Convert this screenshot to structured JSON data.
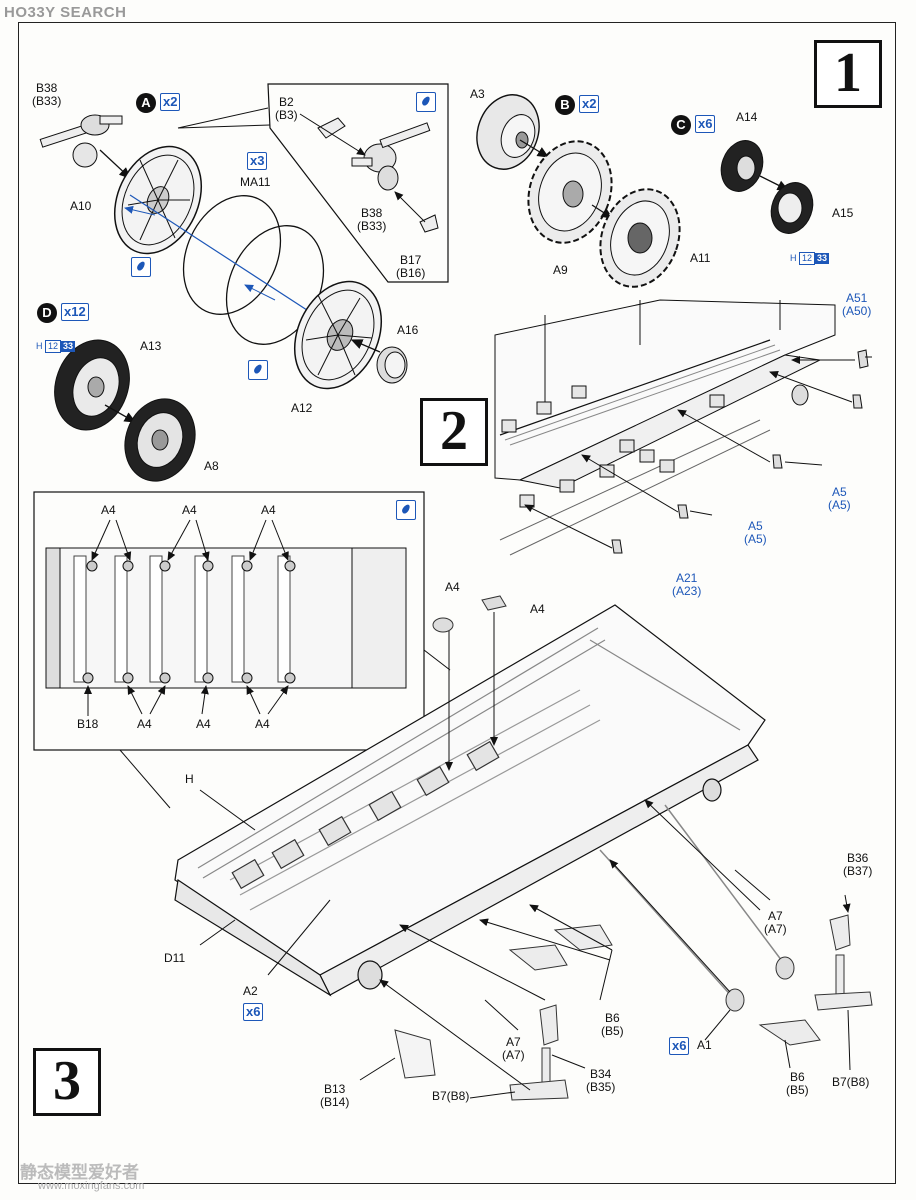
{
  "header": {
    "logo_text": "HO33Y SEARCH"
  },
  "steps": {
    "s1": "1",
    "s2": "2",
    "s3": "3"
  },
  "sub": {
    "A": {
      "letter": "A",
      "qty": "x2"
    },
    "B": {
      "letter": "B",
      "qty": "x2"
    },
    "C": {
      "letter": "C",
      "qty": "x6"
    },
    "D": {
      "letter": "D",
      "qty": "x12"
    }
  },
  "qty_ma11": "x3",
  "qty_a2": "x6",
  "qty_a1": "x6",
  "hcode_a15": {
    "h": "H",
    "n1": "12",
    "n2": "33"
  },
  "hcode_a13": {
    "h": "H",
    "n1": "12",
    "n2": "33"
  },
  "labels": {
    "b38_b33_top": "B38\n(B33)",
    "b2_b3": "B2\n(B3)",
    "a10": "A10",
    "ma11": "MA11",
    "b38_b33_mid": "B38\n(B33)",
    "b17_b16": "B17\n(B16)",
    "a12": "A12",
    "a16": "A16",
    "a13": "A13",
    "a8": "A8",
    "a3": "A3",
    "a9": "A9",
    "a11": "A11",
    "a14": "A14",
    "a15": "A15",
    "a51_a50": "A51\n(A50)",
    "a5_a5_r": "A5\n(A5)",
    "a5_a5_m": "A5\n(A5)",
    "a21_a23": "A21\n(A23)",
    "inset_a4_1": "A4",
    "inset_a4_2": "A4",
    "inset_a4_3": "A4",
    "inset_b18": "B18",
    "inset_a4_4": "A4",
    "inset_a4_5": "A4",
    "inset_a4_6": "A4",
    "a4_top": "A4",
    "a4_right": "A4",
    "h": "H",
    "d11": "D11",
    "a2": "A2",
    "b36_b37": "B36\n(B37)",
    "a7_a7_r": "A7\n(A7)",
    "b6_b5_m": "B6\n(B5)",
    "a7_a7_m": "A7\n(A7)",
    "b34_b35": "B34\n(B35)",
    "a1": "A1",
    "b6_b5_r": "B6\n(B5)",
    "b7_b8_r": "B7(B8)",
    "b13_b14": "B13\n(B14)",
    "b7_b8_m": "B7(B8)"
  },
  "watermark": {
    "text": "静态模型爱好者",
    "url": "www.moxingfans.com"
  },
  "colors": {
    "accent": "#1d57b8",
    "ink": "#111111"
  }
}
